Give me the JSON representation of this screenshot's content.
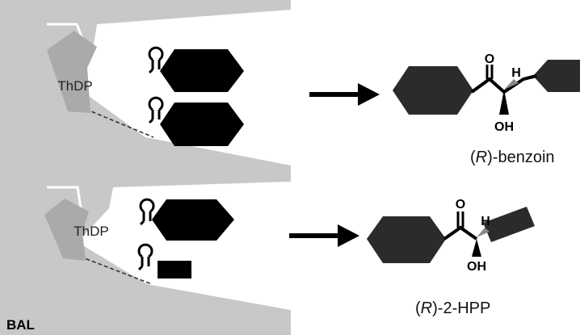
{
  "labels": {
    "cofactor_top": "ThDP",
    "cofactor_bottom": "ThDP",
    "enzyme": "BAL"
  },
  "products": {
    "top": {
      "prefix": "(",
      "italic": "R",
      "suffix": ")-benzoin"
    },
    "bottom": {
      "prefix": "(",
      "italic": "R",
      "suffix": ")-2-HPP"
    }
  },
  "atoms": {
    "oxygen": "O",
    "hydrogen": "H",
    "hydroxyl": "OH"
  },
  "colors": {
    "enzyme_fill": "#c8c8c8",
    "cofactor_fill": "#aaaaaa",
    "substrate_fill": "#000000",
    "product_fill": "#2b2b2b",
    "stereo_wedge_hashed": "#888888"
  }
}
